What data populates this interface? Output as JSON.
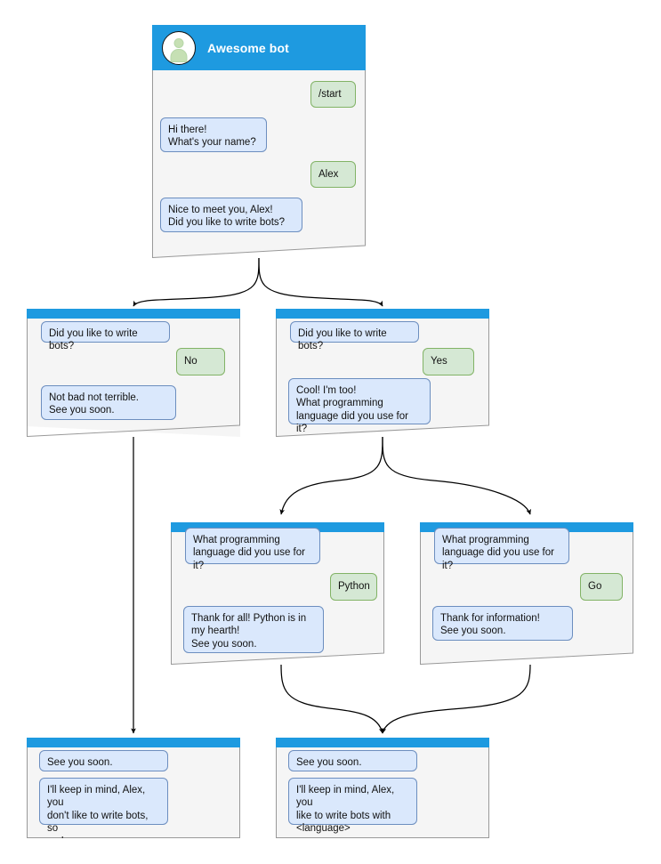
{
  "diagram": {
    "kind": "telegram-bot-conversation-flow",
    "colors": {
      "header_blue": "#1e9ae0",
      "card_bg": "#f5f5f5",
      "card_border": "#999999",
      "bot_bubble_fill": "#dae8fc",
      "bot_bubble_border": "#6c8ebf",
      "user_bubble_fill": "#d5e8d4",
      "user_bubble_border": "#82b366",
      "connector": "#000000",
      "avatar_person": "#c6e0b4"
    }
  },
  "root_card": {
    "title": "Awesome bot",
    "avatar_icon": "person-avatar-icon",
    "messages": [
      {
        "from": "user",
        "text": "/start"
      },
      {
        "from": "bot",
        "text": "Hi there!\nWhat's your name?"
      },
      {
        "from": "user",
        "text": "Alex"
      },
      {
        "from": "bot",
        "text": "Nice to meet you, Alex!\nDid you like to write bots?"
      }
    ]
  },
  "cards": [
    {
      "id": "no-branch",
      "messages": [
        {
          "from": "bot",
          "text": "Did you like to write bots?"
        },
        {
          "from": "user",
          "text": "No"
        },
        {
          "from": "bot",
          "text": "Not bad not terrible.\nSee you soon."
        }
      ]
    },
    {
      "id": "yes-branch",
      "messages": [
        {
          "from": "bot",
          "text": "Did you like to write bots?"
        },
        {
          "from": "user",
          "text": "Yes"
        },
        {
          "from": "bot",
          "text": "Cool! I'm too!\nWhat programming\nlanguage did you use for it?"
        }
      ]
    },
    {
      "id": "python-branch",
      "messages": [
        {
          "from": "bot",
          "text": "What programming\nlanguage did you use for it?"
        },
        {
          "from": "user",
          "text": "Python"
        },
        {
          "from": "bot",
          "text": "Thank for all! Python is in\nmy hearth!\nSee you soon."
        }
      ]
    },
    {
      "id": "go-branch",
      "messages": [
        {
          "from": "bot",
          "text": "What programming\nlanguage did you use for it?"
        },
        {
          "from": "user",
          "text": "Go"
        },
        {
          "from": "bot",
          "text": "Thank for information!\nSee you soon."
        }
      ]
    },
    {
      "id": "end-sad",
      "messages": [
        {
          "from": "bot",
          "text": "See you soon."
        },
        {
          "from": "bot",
          "text": "I'll keep in mind, Alex, you\ndon't like to write bots, so\nsad..."
        }
      ]
    },
    {
      "id": "end-happy",
      "messages": [
        {
          "from": "bot",
          "text": "See you soon."
        },
        {
          "from": "bot",
          "text": "I'll keep in mind, Alex, you\nlike to write bots with\n<language>"
        }
      ]
    }
  ]
}
